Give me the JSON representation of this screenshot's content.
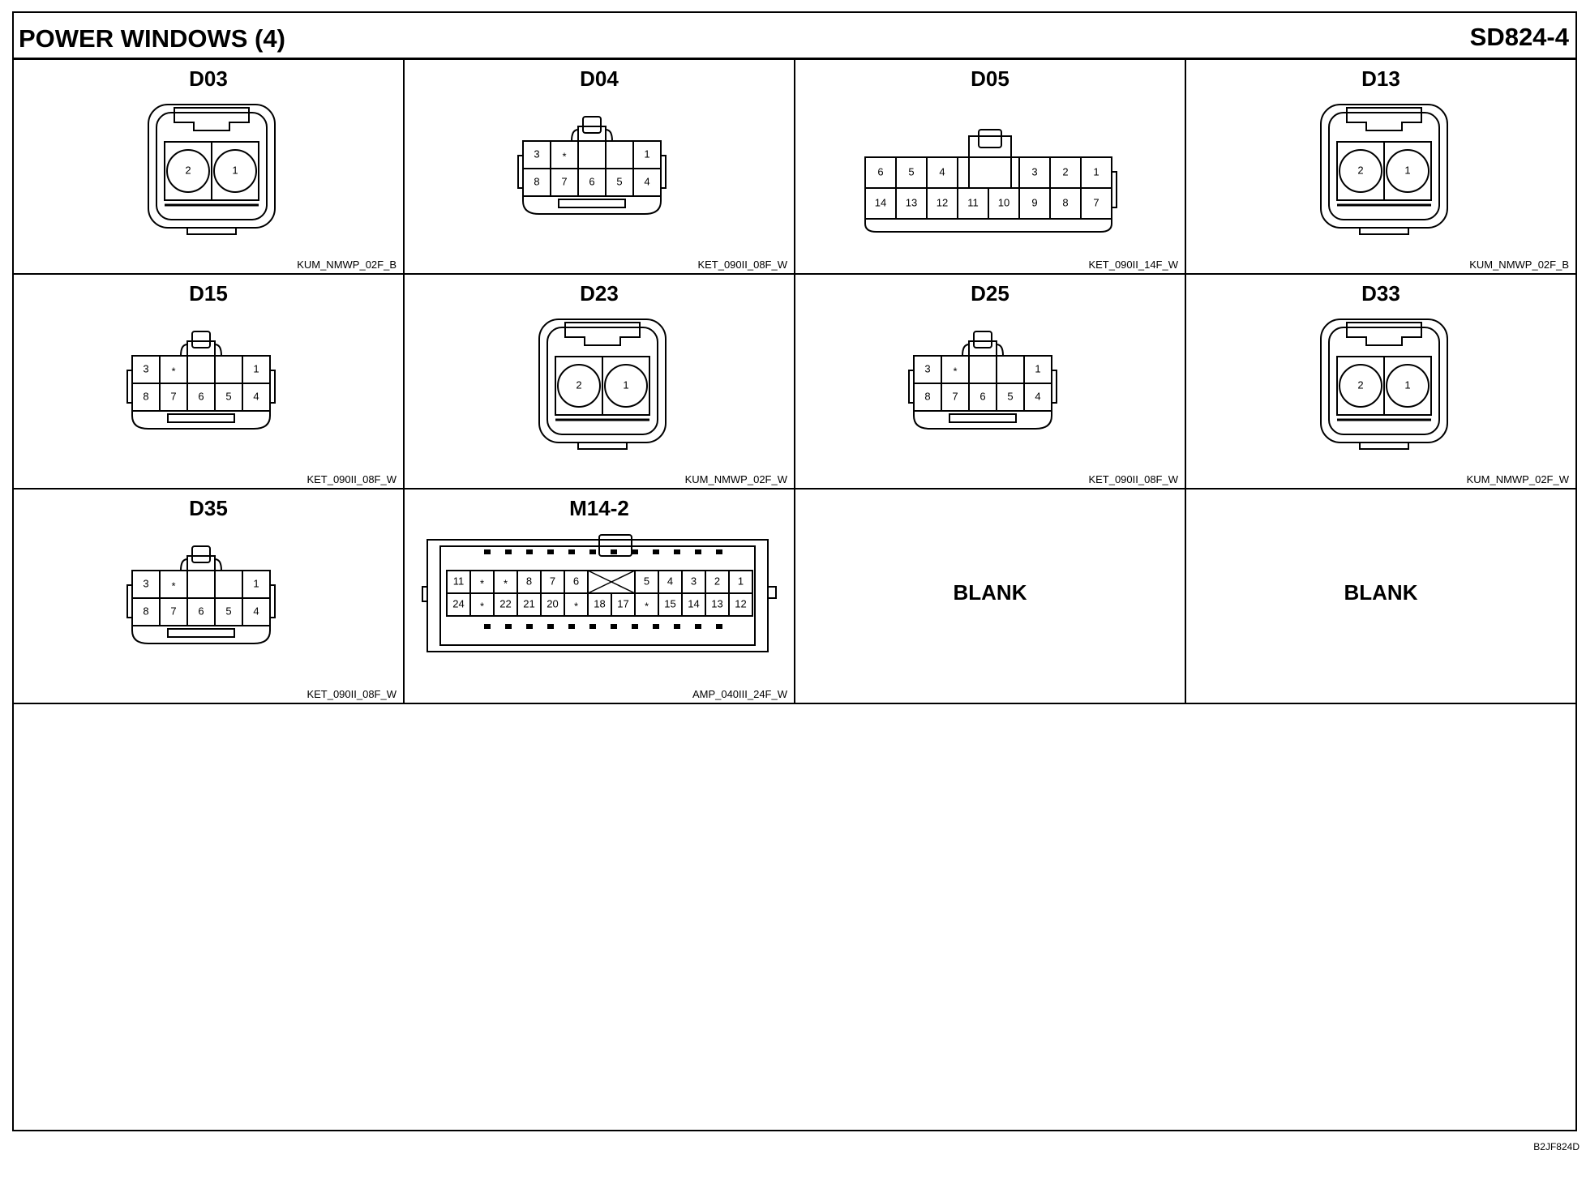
{
  "header": {
    "title": "POWER WINDOWS (4)",
    "sheet_code": "SD824-4"
  },
  "connectors": [
    {
      "id": "D03",
      "part_number": "KUM_NMWP_02F_B",
      "type": "nmwp2",
      "pins": [
        "2",
        "1"
      ]
    },
    {
      "id": "D04",
      "part_number": "KET_090II_08F_W",
      "type": "ket8",
      "pins_top": [
        "3",
        "*",
        "1"
      ],
      "pins_bottom": [
        "8",
        "7",
        "6",
        "5",
        "4"
      ]
    },
    {
      "id": "D05",
      "part_number": "KET_090II_14F_W",
      "type": "ket14",
      "pins_top": [
        "6",
        "5",
        "4",
        "3",
        "2",
        "1"
      ],
      "pins_bottom": [
        "14",
        "13",
        "12",
        "11",
        "10",
        "9",
        "8",
        "7"
      ]
    },
    {
      "id": "D13",
      "part_number": "KUM_NMWP_02F_B",
      "type": "nmwp2",
      "pins": [
        "2",
        "1"
      ]
    },
    {
      "id": "D15",
      "part_number": "KET_090II_08F_W",
      "type": "ket8",
      "pins_top": [
        "3",
        "*",
        "1"
      ],
      "pins_bottom": [
        "8",
        "7",
        "6",
        "5",
        "4"
      ]
    },
    {
      "id": "D23",
      "part_number": "KUM_NMWP_02F_W",
      "type": "nmwp2",
      "pins": [
        "2",
        "1"
      ]
    },
    {
      "id": "D25",
      "part_number": "KET_090II_08F_W",
      "type": "ket8",
      "pins_top": [
        "3",
        "*",
        "1"
      ],
      "pins_bottom": [
        "8",
        "7",
        "6",
        "5",
        "4"
      ]
    },
    {
      "id": "D33",
      "part_number": "KUM_NMWP_02F_W",
      "type": "nmwp2",
      "pins": [
        "2",
        "1"
      ]
    },
    {
      "id": "D35",
      "part_number": "KET_090II_08F_W",
      "type": "ket8",
      "pins_top": [
        "3",
        "*",
        "1"
      ],
      "pins_bottom": [
        "8",
        "7",
        "6",
        "5",
        "4"
      ]
    },
    {
      "id": "M14-2",
      "part_number": "AMP_040III_24F_W",
      "type": "amp24",
      "pins_top": [
        "11",
        "*",
        "*",
        "8",
        "7",
        "6",
        "",
        "5",
        "4",
        "3",
        "2",
        "1"
      ],
      "pins_bottom": [
        "24",
        "*",
        "22",
        "21",
        "20",
        "*",
        "18",
        "17",
        "*",
        "15",
        "14",
        "13",
        "12"
      ]
    },
    {
      "id": "",
      "part_number": "",
      "type": "blank",
      "label": "BLANK"
    },
    {
      "id": "",
      "part_number": "",
      "type": "blank",
      "label": "BLANK"
    }
  ],
  "footer": {
    "doc_code": "B2JF824D"
  }
}
